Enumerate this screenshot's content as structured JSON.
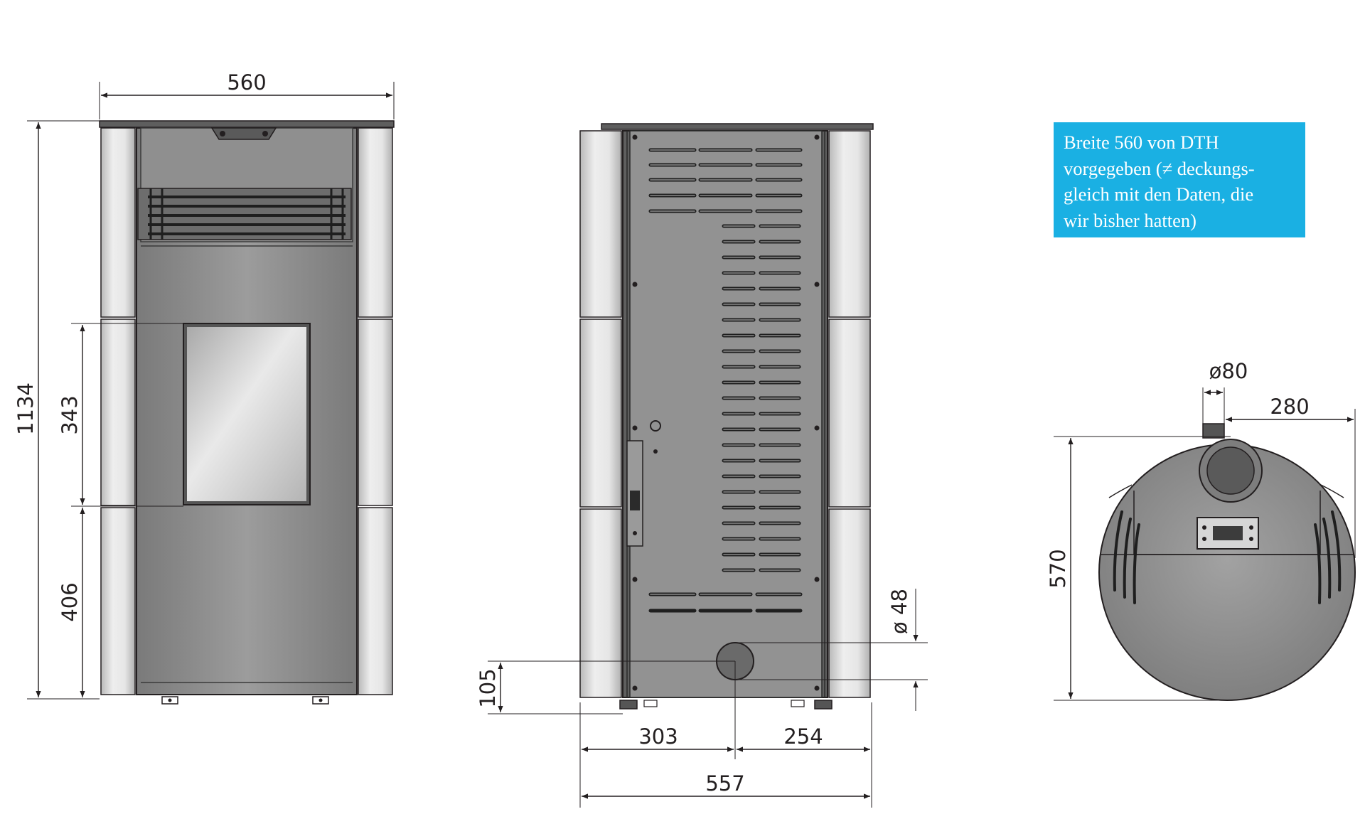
{
  "note": {
    "lines": [
      "Breite 560 von DTH",
      "vorgegeben (≠ deckungs-",
      "gleich mit den Daten, die",
      "wir bisher hatten)"
    ],
    "background": "#1ab0e3",
    "text_color": "#ffffff"
  },
  "front_view": {
    "width": "560",
    "height": "1134",
    "window_height": "343",
    "window_bottom_height": "406"
  },
  "back_view": {
    "flue_diameter": "ø 48",
    "flue_height": "105",
    "left_offset": "303",
    "right_offset": "254",
    "depth": "557"
  },
  "top_view": {
    "pipe_diameter": "ø80",
    "pipe_offset": "280",
    "depth": "570"
  },
  "colors": {
    "steel": "#929292",
    "steel_dark": "#6f6f6f",
    "tile_light": "#e4e4e4",
    "outline": "#231f20"
  }
}
